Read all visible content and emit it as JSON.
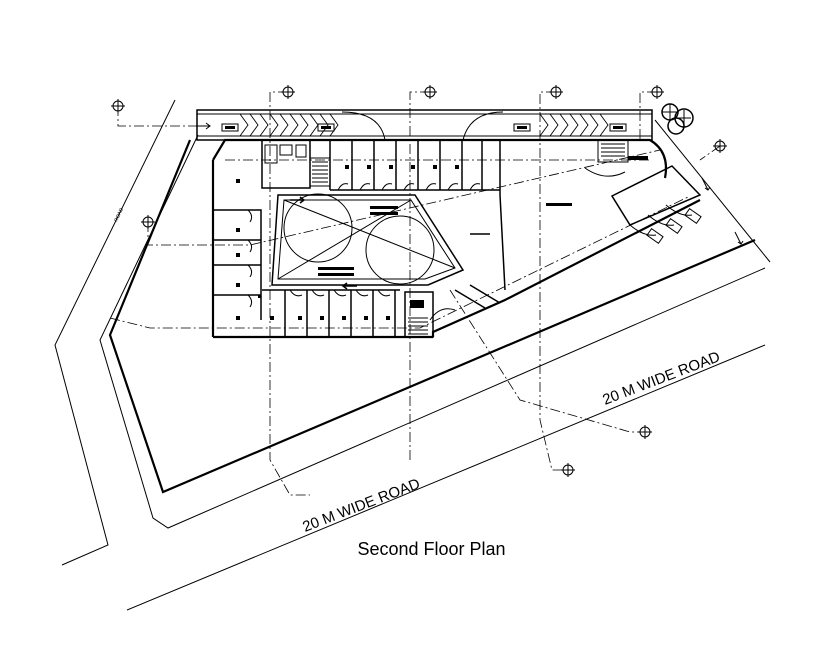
{
  "plan": {
    "title": "Second Floor Plan",
    "road_label_lower": "20 M WIDE ROAD",
    "road_label_right": "20 M WIDE ROAD",
    "left_road_label": "ROAD"
  }
}
